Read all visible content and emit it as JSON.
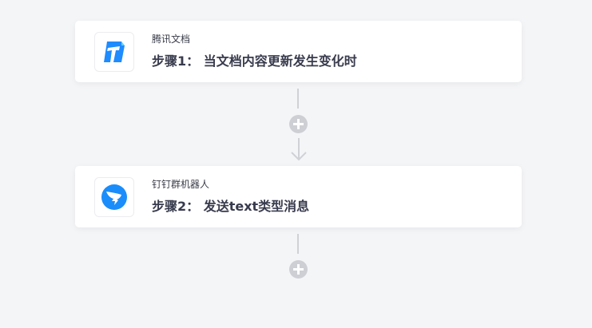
{
  "flow": {
    "steps": [
      {
        "app_name": "腾讯文档",
        "title": "步骤1： 当文档内容更新发生变化时",
        "icon": "tencent-docs-logo",
        "icon_color": "#1e8bff"
      },
      {
        "app_name": "钉钉群机器人",
        "title": "步骤2： 发送text类型消息",
        "icon": "dingtalk-logo",
        "icon_color": "#1a8dfb"
      }
    ],
    "connector_color": "#cfd1d6",
    "add_button_icon": "plus-circle-icon"
  }
}
